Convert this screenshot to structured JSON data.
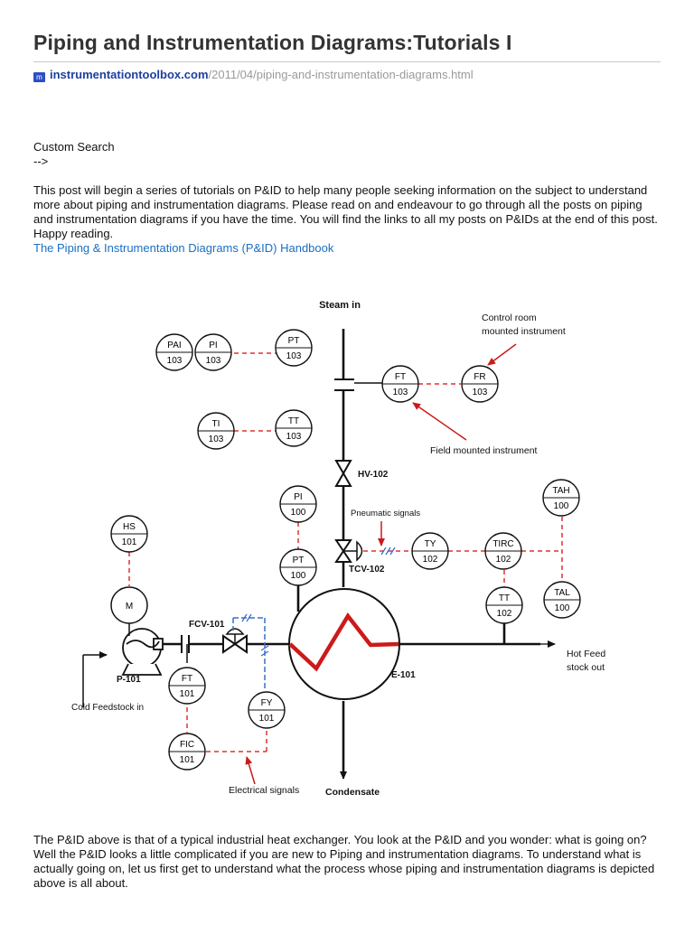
{
  "page": {
    "title": "Piping and Instrumentation Diagrams:Tutorials I",
    "favicon_letter": "m",
    "url_domain": "instrumentationtoolbox.com",
    "url_path": "/2011/04/piping-and-instrumentation-diagrams.html",
    "custom_search": "Custom Search",
    "comment_arrow": "-->",
    "intro": "This post will begin a series of tutorials on P&ID to help many people seeking information on the subject to understand more about piping and instrumentation diagrams. Please read on and endeavour to go through all the posts on piping and instrumentation diagrams if you have the time. You will find the links to all my posts on P&IDs at the end of this post. Happy reading.",
    "handbook_link": "The Piping & Instrumentation Diagrams (P&ID) Handbook",
    "body2": "The P&ID above is that of a typical industrial heat exchanger. You look at the P&ID and you wonder: what is going on? Well the P&ID looks a little complicated if you are new to Piping and instrumentation diagrams. To understand what is actually going on, let us first get to understand what the process whose piping and instrumentation diagrams is depicted above is all about."
  },
  "diagram": {
    "colors": {
      "line": "#111111",
      "signal": "#e03030",
      "electric": "#3a6fc8",
      "coil": "#cc1a1a"
    },
    "labels": {
      "steam_in": "Steam in",
      "control_room_1": "Control room",
      "control_room_2": "mounted instrument",
      "field_mounted": "Field mounted instrument",
      "hv102": "HV-102",
      "pneumatic": "Pneumatic signals",
      "tcv102": "TCV-102",
      "fcv101": "FCV-101",
      "p101": "P-101",
      "cold_feed": "Cold Feedstock in",
      "hot_feed_1": "Hot Feed",
      "hot_feed_2": "stock out",
      "e101": "E-101",
      "electrical": "Electrical signals",
      "condensate": "Condensate",
      "motor": "M"
    },
    "bubbles": {
      "pai": {
        "tag": "PAI",
        "num": "103"
      },
      "pi103": {
        "tag": "PI",
        "num": "103"
      },
      "pt103": {
        "tag": "PT",
        "num": "103"
      },
      "ft103": {
        "tag": "FT",
        "num": "103"
      },
      "fr103": {
        "tag": "FR",
        "num": "103"
      },
      "ti103": {
        "tag": "TI",
        "num": "103"
      },
      "tt103": {
        "tag": "TT",
        "num": "103"
      },
      "pi100": {
        "tag": "PI",
        "num": "100"
      },
      "pt100": {
        "tag": "PT",
        "num": "100"
      },
      "hs101": {
        "tag": "HS",
        "num": "101"
      },
      "ty102": {
        "tag": "TY",
        "num": "102"
      },
      "tirc102": {
        "tag": "TIRC",
        "num": "102"
      },
      "tah100": {
        "tag": "TAH",
        "num": "100"
      },
      "tal100": {
        "tag": "TAL",
        "num": "100"
      },
      "tt102": {
        "tag": "TT",
        "num": "102"
      },
      "ft101": {
        "tag": "FT",
        "num": "101"
      },
      "fy101": {
        "tag": "FY",
        "num": "101"
      },
      "fic101": {
        "tag": "FIC",
        "num": "101"
      }
    }
  }
}
